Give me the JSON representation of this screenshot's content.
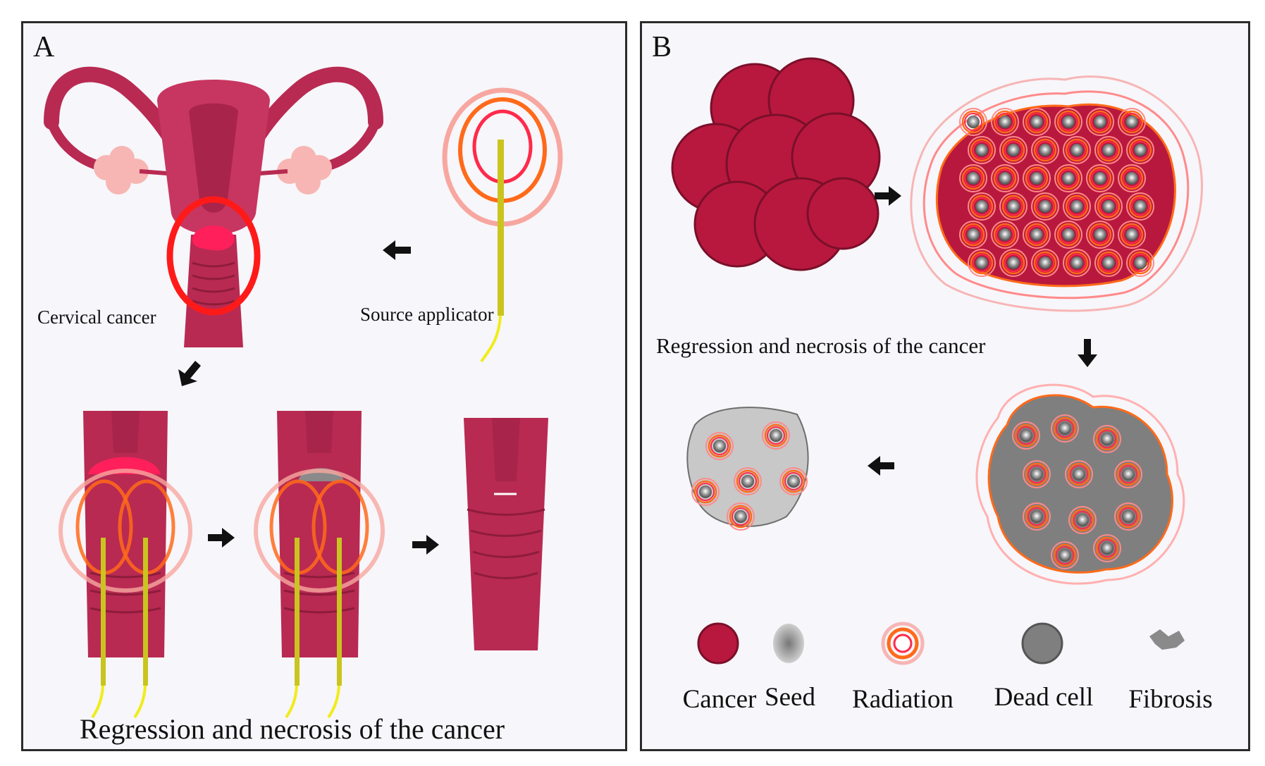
{
  "panel_a": {
    "letter": "A",
    "cervical_cancer_label": "Cervical cancer",
    "source_applicator_label": "Source applicator",
    "caption": "Regression and necrosis of the cancer"
  },
  "panel_b": {
    "letter": "B",
    "caption": "Regression and necrosis of the cancer",
    "legend": [
      {
        "label": "Cancer",
        "icon": "cancer-cell-icon"
      },
      {
        "label": "Seed",
        "icon": "seed-icon"
      },
      {
        "label": "Radiation",
        "icon": "radiation-icon"
      },
      {
        "label": "Dead cell",
        "icon": "dead-cell-icon"
      },
      {
        "label": "Fibrosis",
        "icon": "fibrosis-icon"
      }
    ]
  },
  "colors": {
    "tissue": "#b82a52",
    "tissue_dark": "#8e1c3c",
    "tumor": "#ff1f5a",
    "ring_red": "#ff1a1a",
    "radiation_orange": "#ff6a1a",
    "applicator": "#c9c51e",
    "ovary": "#f7b6b3",
    "dead_grey": "#8a8a8a"
  }
}
